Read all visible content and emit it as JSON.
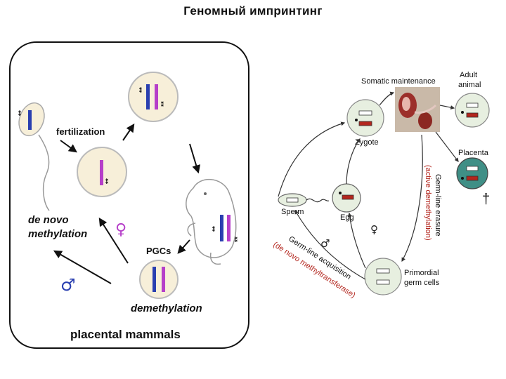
{
  "title": "Геномный импринтинг",
  "left_panel": {
    "fertilization": "fertilization",
    "de_novo_line1": "de novo",
    "de_novo_line2": "methylation",
    "pgcs": "PGCs",
    "demethylation": "demethylation",
    "placental_mammals": "placental mammals",
    "female_symbol": "♀",
    "male_symbol": "♂",
    "mark": "**"
  },
  "right_panel": {
    "somatic_maintenance": "Somatic maintenance",
    "adult_line1": "Adult",
    "adult_line2": "animal",
    "zygote": "Zygote",
    "placenta": "Placenta",
    "germline_erasure": "Germ-line erasure",
    "active_demethylation": "(active demethylation)",
    "sperm": "Sperm",
    "egg": "Egg",
    "germline_acquisition": "Germ-line acquisition",
    "de_novo_methyltransferase": "(de novo methyltransferase)",
    "primordial_line1": "Primordial",
    "primordial_line2": "germ cells",
    "female_symbol": "♀",
    "male_symbol": "♂",
    "dagger": "†"
  },
  "colors": {
    "cell_fill": "#f7efd9",
    "paternal": "#2a3fb0",
    "maternal": "#b63fc9",
    "placenta_fill": "#3f8f86",
    "zygote_fill": "#e7efe0",
    "red_text": "#b3261e"
  }
}
